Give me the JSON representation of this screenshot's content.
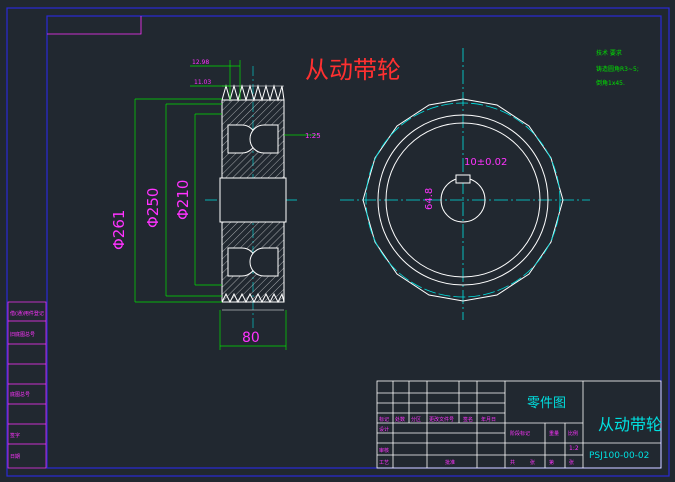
{
  "drawing": {
    "title": "从动带轮",
    "colors": {
      "background": "#212830",
      "frame": "#2a2ad6",
      "outline": "#ffffff",
      "dimension": "#00e000",
      "text": "#ff33ff",
      "center": "#00e0e0",
      "title_red": "#ff3030"
    },
    "dims": {
      "d261": "Φ261",
      "d250": "Φ250",
      "d210": "Φ210",
      "w80": "80",
      "w1298": "12.98",
      "w1103": "11.03",
      "taper": "1:25",
      "keyway": "10±0.02",
      "bore": "64.8"
    },
    "notes": {
      "line1": "技术 要求",
      "line2": "铸造圆角R3~5;",
      "line3": "倒角1x45."
    },
    "titleblock": {
      "drawing_type": "零件图",
      "part_name": "从动带轮",
      "drawing_no": "PSJ100-00-02",
      "scale": "1:2",
      "header_cells": [
        "标记",
        "处数",
        "分区",
        "更改文件号",
        "签名",
        "年月日"
      ],
      "rows": [
        "设计",
        "审核",
        "工艺"
      ],
      "stage_label": "阶段标记",
      "weight_label": "重量",
      "scale_label": "比例",
      "approve_label": "批准",
      "sheet_labels": [
        "共",
        "张",
        "第",
        "张"
      ]
    },
    "side_table": [
      "借(通)用件登记",
      "旧底图总号",
      "底图总号",
      "签字",
      "日期"
    ]
  }
}
